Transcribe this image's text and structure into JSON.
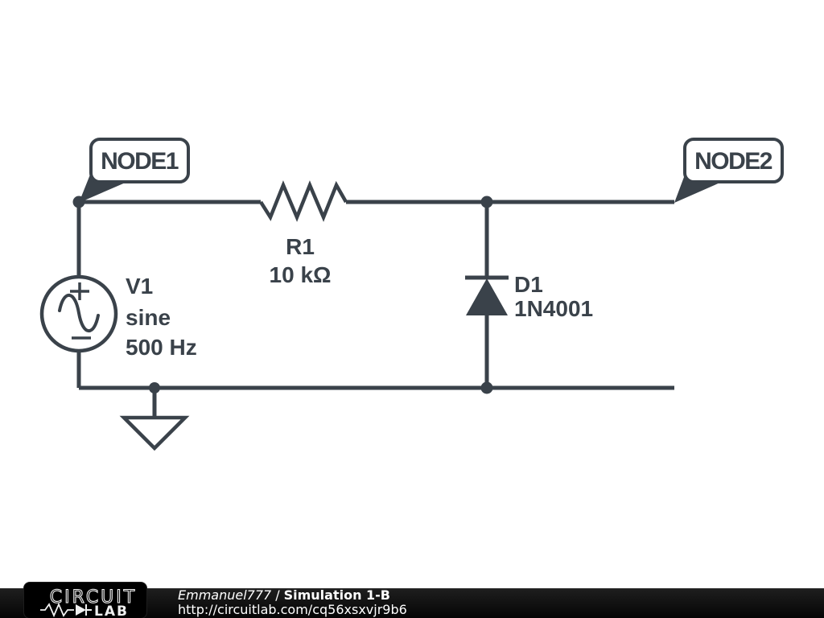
{
  "colors": {
    "ink": "#3a424a",
    "canvas_background": "#ffffff",
    "footer_bar_background": "#0d0d0d",
    "footer_text": "#ffffff"
  },
  "schematic": {
    "node1_label": "NODE1",
    "node2_label": "NODE2",
    "v1": {
      "name": "V1",
      "waveform": "sine",
      "frequency": "500 Hz"
    },
    "r1": {
      "name": "R1",
      "value": "10 kΩ"
    },
    "d1": {
      "name": "D1",
      "part": "1N4001"
    }
  },
  "footer": {
    "logo_word_top": "CIRCUIT",
    "logo_word_bottom": "LAB",
    "author": "Emmanuel777",
    "separator": "/",
    "title": "Simulation 1-B",
    "url": "http://circuitlab.com/cq56xsxvjr9b6"
  }
}
